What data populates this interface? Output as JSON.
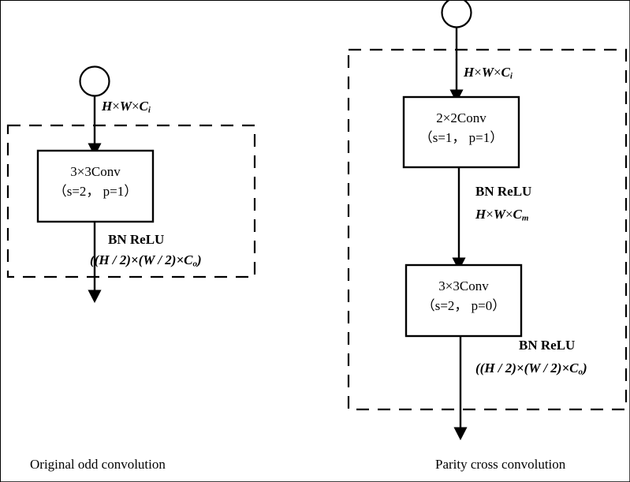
{
  "figure": {
    "type": "flowchart-diagram",
    "background_color": "#ffffff",
    "stroke_color": "#000000"
  },
  "left_panel": {
    "caption": "Original odd convolution",
    "dashed_group_label": "original-odd-convolution-group",
    "start_node": "circle",
    "input_label": {
      "h": "H",
      "times1": "×",
      "w": "W",
      "times2": "×",
      "c": "C",
      "c_sub": "i"
    },
    "blocks": [
      {
        "name": "conv-3x3",
        "line1": "3×3Conv",
        "line2": "（s=2， p=1）"
      }
    ],
    "output_annotation": {
      "bn": "BN ReLU",
      "shape_prefix": "((",
      "shape": "((H / 2)×(W / 2)×C",
      "shape_sub": "o",
      "shape_suffix": ")"
    }
  },
  "right_panel": {
    "caption": "Parity cross convolution",
    "dashed_group_label": "parity-cross-convolution-group",
    "start_node": "circle",
    "input_label": {
      "h": "H",
      "times1": "×",
      "w": "W",
      "times2": "×",
      "c": "C",
      "c_sub": "i"
    },
    "blocks": [
      {
        "name": "conv-2x2",
        "line1": "2×2Conv",
        "line2": "（s=1， p=1）"
      },
      {
        "name": "conv-3x3",
        "line1": "3×3Conv",
        "line2": "（s=2， p=0）"
      }
    ],
    "mid_annotation": {
      "bn": "BN ReLU",
      "h": "H",
      "times1": "×",
      "w": "W",
      "times2": "×",
      "c": "C",
      "c_sub": "m"
    },
    "output_annotation": {
      "bn": "BN ReLU",
      "shape": "((H / 2)×(W / 2)×C",
      "shape_sub": "o",
      "shape_suffix": ")"
    }
  }
}
